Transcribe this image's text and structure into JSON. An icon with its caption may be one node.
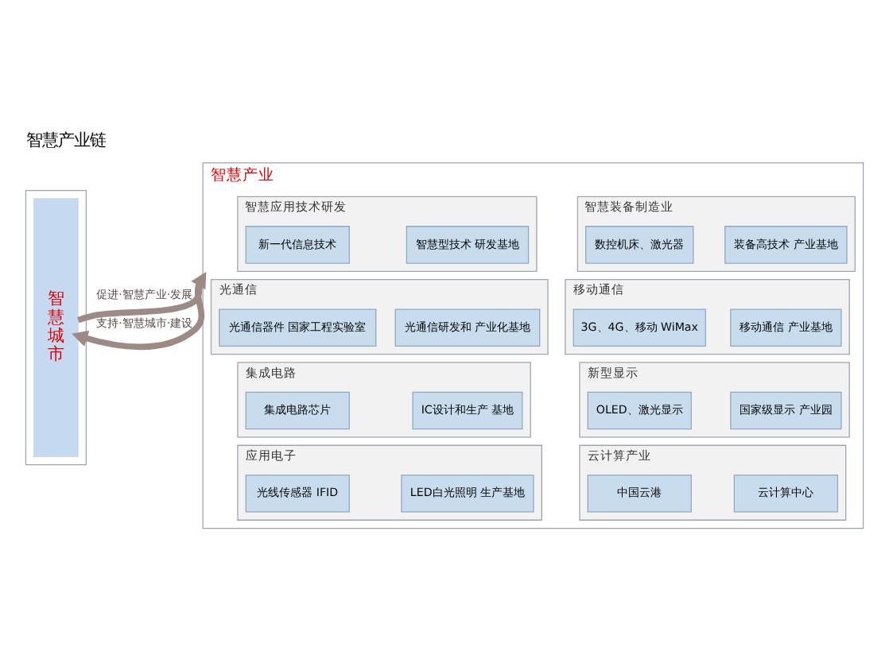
{
  "diagram": {
    "title": "智慧产业链",
    "nodes": [
      {
        "text": [],
        "shape": "box"
      },
      {
        "text": [
          "智慧城市"
        ],
        "in": 0
      },
      {
        "text": [
          "智慧产业"
        ]
      },
      {
        "text": [
          "智慧应用技术研发"
        ],
        "in": 2
      },
      {
        "text": [
          "新一代信息技术"
        ],
        "in": 3
      },
      {
        "text": [
          "智慧型技术 研发基地"
        ],
        "in": 3
      },
      {
        "text": [
          "智慧装备制造业"
        ],
        "in": 2
      },
      {
        "text": [
          "数控机床、激光器"
        ],
        "in": 6
      },
      {
        "text": [
          "装备高技术 产业基地"
        ],
        "in": 6
      },
      {
        "text": [
          "光通信"
        ],
        "in": 2
      },
      {
        "text": [
          "光通信器件 国家工程实验室"
        ],
        "in": 9
      },
      {
        "text": [
          "光通信研发和 产业化基地"
        ],
        "in": 9
      },
      {
        "text": [
          "移动通信"
        ],
        "in": 2
      },
      {
        "text": [
          "3G、4G、移动 WiMax"
        ],
        "in": 12
      },
      {
        "text": [
          "移动通信 产业基地"
        ],
        "in": 12
      },
      {
        "text": [
          "集成电路"
        ],
        "in": 2
      },
      {
        "text": [
          "集成电路芯片"
        ],
        "in": 15
      },
      {
        "text": [
          "IC设计和生产 基地"
        ],
        "in": 15
      },
      {
        "text": [
          "新型显示"
        ],
        "in": 2
      },
      {
        "text": [
          "OLED、激光显示"
        ],
        "in": 18
      },
      {
        "text": [
          "国家级显示 产业园"
        ],
        "in": 18
      },
      {
        "text": [
          "应用电子"
        ],
        "in": 2
      },
      {
        "text": [
          "光线传感器 IFID"
        ],
        "in": 21
      },
      {
        "text": [
          "LED白光照明 生产基地"
        ],
        "in": 21
      },
      {
        "text": [
          "云计算产业"
        ],
        "in": 2
      },
      {
        "text": [
          "中国云港"
        ],
        "in": 24
      },
      {
        "text": [
          "云计算中心"
        ],
        "in": 24
      }
    ],
    "edges": [
      {
        "from": 1,
        "to": 2,
        "arrow": "to",
        "label": "促进·智慧产业·发展"
      },
      {
        "from": 2,
        "to": 1,
        "arrow": "to",
        "label": "支持·智慧城市·建设"
      }
    ]
  }
}
